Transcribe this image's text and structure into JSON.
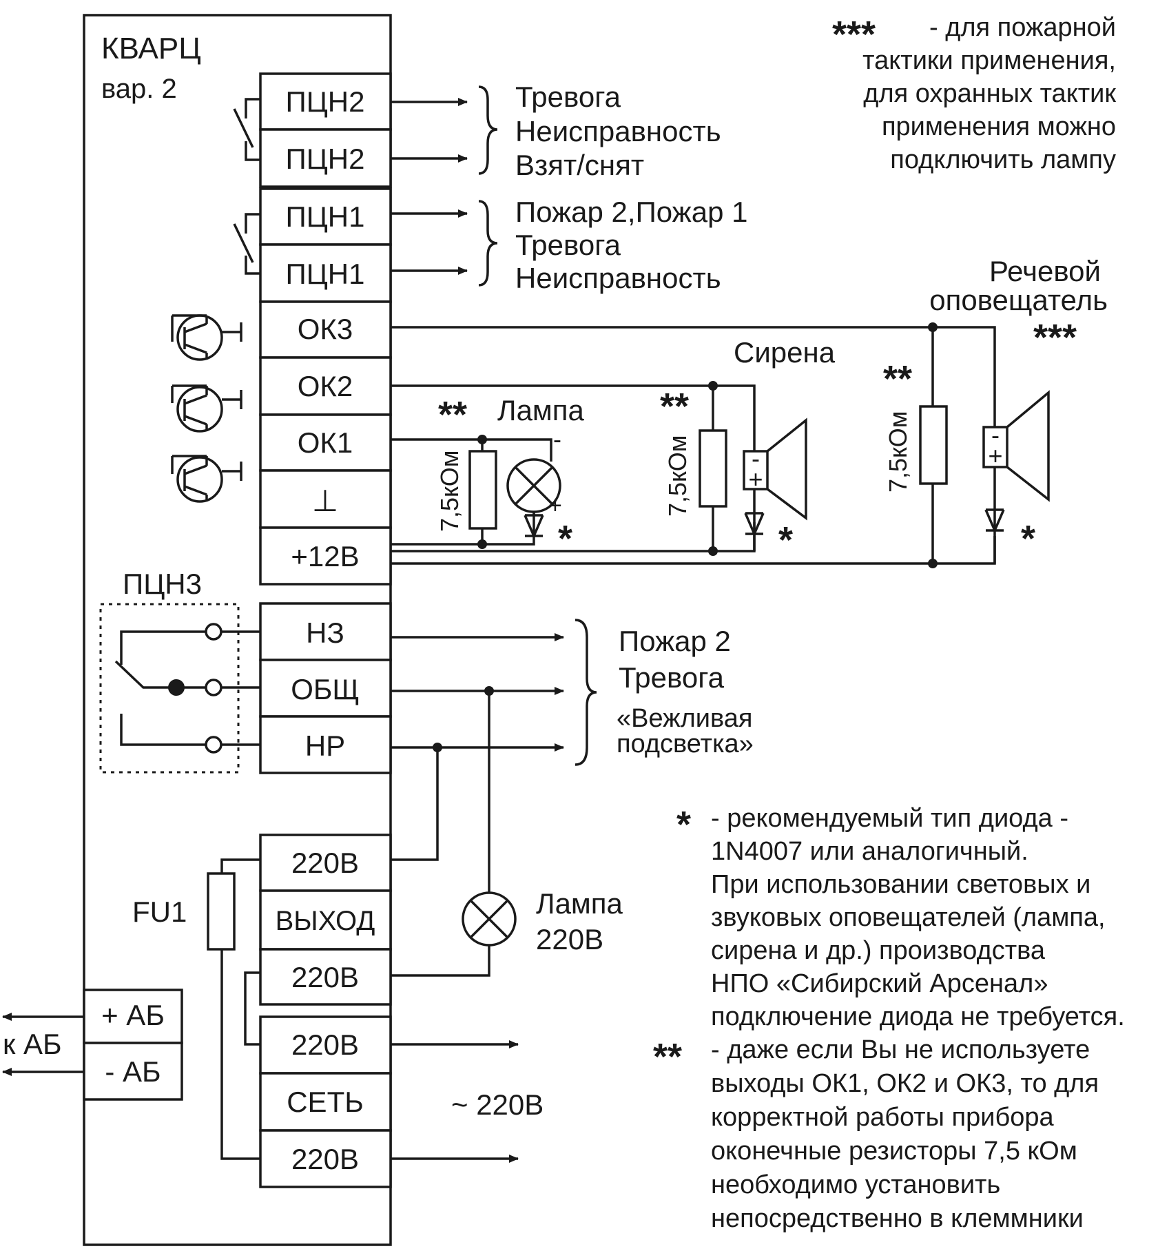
{
  "device": {
    "name": "КВАРЦ",
    "variant": "вар. 2"
  },
  "terminals": {
    "pcn2_a": "ПЦН2",
    "pcn2_b": "ПЦН2",
    "pcn1_a": "ПЦН1",
    "pcn1_b": "ПЦН1",
    "ok3": "ОК3",
    "ok2": "ОК2",
    "ok1": "ОК1",
    "gnd": "⊥",
    "plus12": "+12В",
    "nz": "НЗ",
    "common": "ОБЩ",
    "nr": "НР",
    "v220_1": "220В",
    "output": "ВЫХОД",
    "v220_2": "220В",
    "v220_3": "220В",
    "mains": "СЕТЬ",
    "v220_4": "220В",
    "ab_plus": "+ АБ",
    "ab_minus": "- АБ"
  },
  "labels": {
    "pcn3": "ПЦН3",
    "fuse": "FU1",
    "to_battery": "к АБ",
    "mains_voltage": "~ 220В",
    "lamp": "Лампа",
    "siren": "Сирена",
    "voice_line1": "Речевой",
    "voice_line2": "оповещатель",
    "resistor": "7,5кОм",
    "lamp220_line1": "Лампа",
    "lamp220_line2": "220В",
    "minus": "-",
    "plus": "+",
    "minus_short": "-",
    "plus_short": "+"
  },
  "signals": {
    "pcn2": [
      "Тревога",
      "Неисправность",
      "Взят/снят"
    ],
    "pcn1": [
      "Пожар 2,Пожар 1",
      "Тревога",
      "Неисправность"
    ],
    "pcn3": [
      "Пожар 2",
      "Тревога",
      "«Вежливая",
      "подсветка»"
    ]
  },
  "marks": {
    "one": "*",
    "two": "**",
    "three": "***"
  },
  "notes": {
    "fire_tactic": [
      "- для пожарной",
      "тактики применения,",
      "для охранных тактик",
      "применения можно",
      "подключить лампу"
    ],
    "diode": [
      "- рекомендуемый тип диода -",
      "1N4007 или аналогичный.",
      "При использовании световых и",
      "звуковых оповещателей (лампа,",
      "сирена и др.) производства",
      "НПО «Сибирский Арсенал»",
      "подключение диода не требуется."
    ],
    "resistors": [
      "- даже если Вы не используете",
      "выходы ОК1, ОК2 и ОК3, то для",
      "корректной работы прибора",
      "оконечные резисторы 7,5 кОм",
      "необходимо установить",
      "непосредственно в клеммники"
    ]
  }
}
